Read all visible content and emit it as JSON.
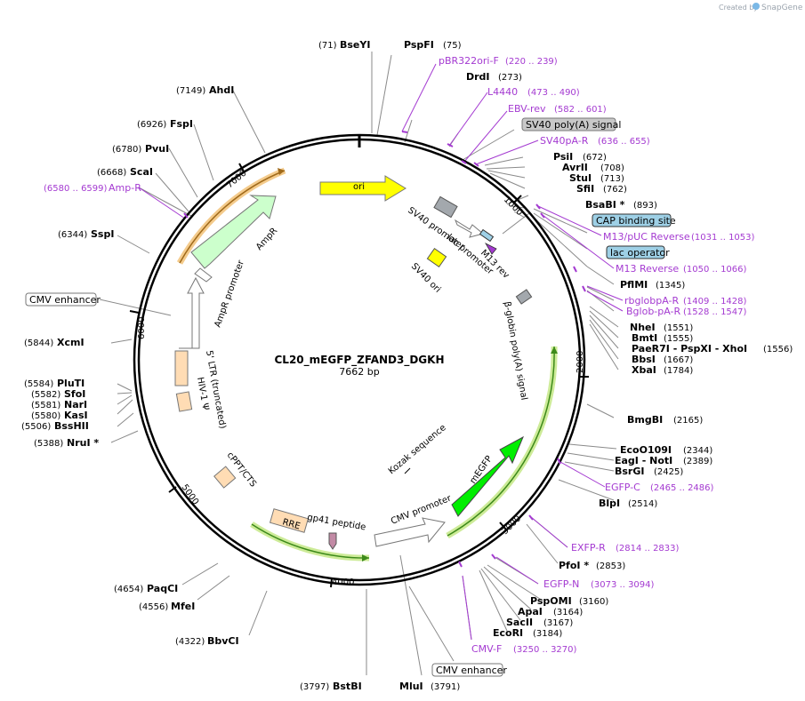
{
  "plasmid": {
    "name": "CL20_mEGFP_ZFAND3_DGKH",
    "size_label": "7662 bp"
  },
  "credit": {
    "prefix": "Created by",
    "brand": "SnapGene"
  },
  "ticks": [
    "1000",
    "2000",
    "3000",
    "4000",
    "5000",
    "6000",
    "7000"
  ],
  "enzymes": {
    "BseYI": {
      "name": "BseYI",
      "pos": "(71)"
    },
    "PspFI": {
      "name": "PspFI",
      "pos": "(75)"
    },
    "DrdI": {
      "name": "DrdI",
      "pos": "(273)"
    },
    "PsiI": {
      "name": "PsiI",
      "pos": "(672)"
    },
    "AvrII": {
      "name": "AvrII",
      "pos": "(708)"
    },
    "StuI": {
      "name": "StuI",
      "pos": "(713)"
    },
    "SfiI": {
      "name": "SfiI",
      "pos": "(762)"
    },
    "BsaBI": {
      "name": "BsaBI *",
      "pos": "(893)"
    },
    "PflMI": {
      "name": "PflMI",
      "pos": "(1345)"
    },
    "NheI": {
      "name": "NheI",
      "pos": "(1551)"
    },
    "BmtI": {
      "name": "BmtI",
      "pos": "(1555)"
    },
    "PaeR7I": {
      "name": "PaeR7I  - PspXI  - XhoI",
      "pos": "(1556)"
    },
    "BbsI": {
      "name": "BbsI",
      "pos": "(1667)"
    },
    "XbaI": {
      "name": "XbaI",
      "pos": "(1784)"
    },
    "BmgBI": {
      "name": "BmgBI",
      "pos": "(2165)"
    },
    "EcoO109I": {
      "name": "EcoO109I",
      "pos": "(2344)"
    },
    "EagI": {
      "name": "EagI  - NotI",
      "pos": "(2389)"
    },
    "BsrGI": {
      "name": "BsrGI",
      "pos": "(2425)"
    },
    "BlpI": {
      "name": "BlpI",
      "pos": "(2514)"
    },
    "PfoI": {
      "name": "PfoI *",
      "pos": "(2853)"
    },
    "PspOMI": {
      "name": "PspOMI",
      "pos": "(3160)"
    },
    "ApaI": {
      "name": "ApaI",
      "pos": "(3164)"
    },
    "SacII": {
      "name": "SacII",
      "pos": "(3167)"
    },
    "EcoRI": {
      "name": "EcoRI",
      "pos": "(3184)"
    },
    "MluI": {
      "name": "MluI",
      "pos": "(3791)"
    },
    "BstBI": {
      "name": "BstBI",
      "pos": "(3797)"
    },
    "BbvCI": {
      "name": "BbvCI",
      "pos": "(4322)"
    },
    "MfeI": {
      "name": "MfeI",
      "pos": "(4556)"
    },
    "PaqCI": {
      "name": "PaqCI",
      "pos": "(4654)"
    },
    "NruI": {
      "name": "NruI *",
      "pos": "(5388)"
    },
    "BssHII": {
      "name": "BssHII",
      "pos": "(5506)"
    },
    "KasI": {
      "name": "KasI",
      "pos": "(5580)"
    },
    "NarI": {
      "name": "NarI",
      "pos": "(5581)"
    },
    "SfoI": {
      "name": "SfoI",
      "pos": "(5582)"
    },
    "PluTI": {
      "name": "PluTI",
      "pos": "(5584)"
    },
    "XcmI": {
      "name": "XcmI",
      "pos": "(5844)"
    },
    "SspI": {
      "name": "SspI",
      "pos": "(6344)"
    },
    "ScaI": {
      "name": "ScaI",
      "pos": "(6668)"
    },
    "PvuI": {
      "name": "PvuI",
      "pos": "(6780)"
    },
    "FspI": {
      "name": "FspI",
      "pos": "(6926)"
    },
    "AhdI": {
      "name": "AhdI",
      "pos": "(7149)"
    }
  },
  "primers": {
    "pBR322ori_F": {
      "name": "pBR322ori-F",
      "range": "(220 .. 239)"
    },
    "L4440": {
      "name": "L4440",
      "range": "(473 .. 490)"
    },
    "EBV_rev": {
      "name": "EBV-rev",
      "range": "(582 .. 601)"
    },
    "SV40pA_R": {
      "name": "SV40pA-R",
      "range": "(636 .. 655)"
    },
    "M13_pUC_Reverse": {
      "name": "M13/pUC Reverse",
      "range": "(1031 .. 1053)"
    },
    "M13_Reverse": {
      "name": "M13 Reverse",
      "range": "(1050 .. 1066)"
    },
    "rbglobpA_R": {
      "name": "rbglobpA-R",
      "range": "(1409 .. 1428)"
    },
    "Bglob_pA_R": {
      "name": "Bglob-pA-R",
      "range": "(1528 .. 1547)"
    },
    "EGFP_C": {
      "name": "EGFP-C",
      "range": "(2465 .. 2486)"
    },
    "EXFP_R": {
      "name": "EXFP-R",
      "range": "(2814 .. 2833)"
    },
    "EGFP_N": {
      "name": "EGFP-N",
      "range": "(3073 .. 3094)"
    },
    "CMV_F": {
      "name": "CMV-F",
      "range": "(3250 .. 3270)"
    },
    "Amp_R": {
      "name": "Amp-R",
      "range": "(6580 .. 6599)"
    }
  },
  "boxed_labels": {
    "sv40_polya": "SV40 poly(A) signal",
    "cap_binding": "CAP binding site",
    "lac_operator": "lac operator",
    "cmv_enhancer_left": "CMV enhancer",
    "cmv_enhancer_bottom": "CMV enhancer"
  },
  "features": {
    "ori": "ori",
    "sv40_promoter": "SV40 promoter",
    "lac_promoter": "lac promoter",
    "m13_rev": "M13 rev",
    "sv40_ori": "SV40 ori",
    "bglobin": "β-globin poly(A) signal",
    "kozak": "Kozak sequence",
    "megfp": "mEGFP",
    "cmv_promoter": "CMV promoter",
    "gp41": "gp41 peptide",
    "rre": "RRE",
    "cppt": "cPPT/CTS",
    "hiv_psi": "HIV-1 Ψ",
    "ltr": "5' LTR (truncated)",
    "ampr_promoter": "AmpR promoter",
    "ampr": "AmpR"
  },
  "colors": {
    "ori": "#ffff00",
    "ampr": "#ccffcc",
    "megfp": "#00ee00",
    "ltr": "#ffdcb4",
    "primer": "#a43ad1",
    "highlight_green": "#cdeb98",
    "highlight_orange": "#f4cb8c",
    "gray_feature": "#a3a8ad",
    "cap_box": "#9ed0e6"
  }
}
